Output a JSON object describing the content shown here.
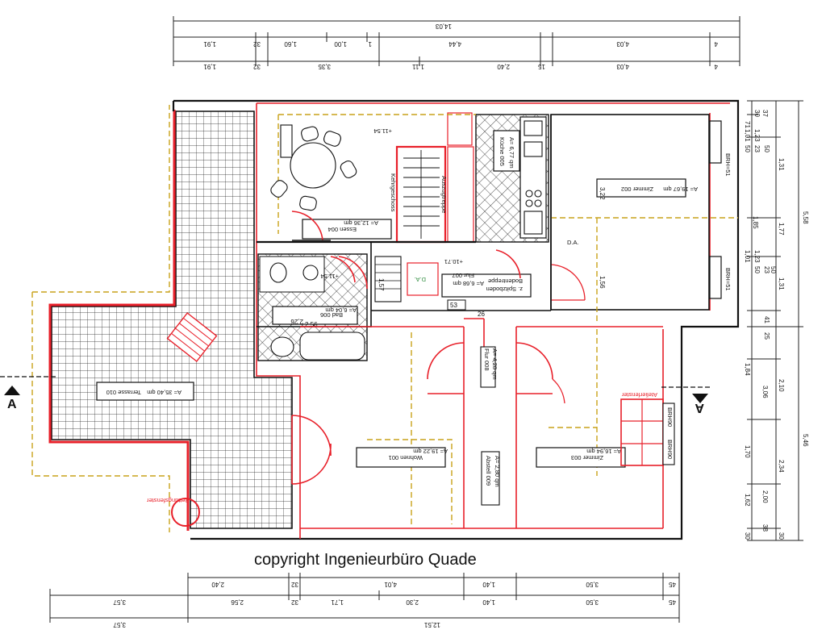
{
  "copyright": "copyright Ingenieurbüro Quade",
  "rooms": [
    {
      "id": "wohnen001",
      "name": "Wohnen 001",
      "area": "A= 19,22 qm"
    },
    {
      "id": "zimmer002",
      "name": "Zimmer 002",
      "area": "A= 19,67 qm"
    },
    {
      "id": "zimmer003",
      "name": "Zimmer 003",
      "area": "A= 16,94 qm"
    },
    {
      "id": "essen004",
      "name": "Essen 004",
      "area": "A= 12,36 qm"
    },
    {
      "id": "kueche005",
      "name": "Küche 005",
      "area": "A= 6,77 qm"
    },
    {
      "id": "bad006",
      "name": "Bad 006",
      "area": "A= 6,04 qm"
    },
    {
      "id": "flur007",
      "name": "Flur 007",
      "area": "A= 6,68 qm"
    },
    {
      "id": "flur008",
      "name": "Flur 008",
      "area": "A= 4,28 qm"
    },
    {
      "id": "abstell009",
      "name": "Abstell 009",
      "area": "A= 2,80 qm"
    },
    {
      "id": "terrasse",
      "name": "Terrasse 010",
      "area": "A= 35,40 qm"
    }
  ],
  "annotations": {
    "bodentreppe_line1": "Bodentreppe",
    "bodentreppe_line2": "z. Spitzboden",
    "kehrgeschoss": "Kehrgeschoss",
    "auszugtreppe": "Auszugtreppe",
    "level1": "+11.54",
    "level2": "+10.71",
    "level3": "+11.54",
    "atelierfenster": "Atelierfenster",
    "brh1": "BRH=51",
    "brh2": "BRH=51",
    "brh90a": "BRH90",
    "brh90b": "BRH90",
    "da1": "D.A.",
    "da2": "D.A.",
    "rauchabzug": "Rettungsfenster",
    "section_a_left": "A",
    "section_a_right": "A"
  },
  "dims_top": {
    "row1": [
      "14,03"
    ],
    "row2": [
      "1,91",
      "32",
      "1,60",
      "1,00",
      "1",
      "4,44",
      "4,03",
      "4"
    ],
    "row3": [
      "1,91",
      "32",
      "3,35",
      "1,11",
      "2,40",
      "15",
      "4,03",
      "4"
    ]
  },
  "dims_bottom": {
    "row1": [
      "2,40",
      "32",
      "4,01",
      "1,40",
      "3,50",
      "45"
    ],
    "row2": [
      "3,57",
      "2,56",
      "32",
      "1,71",
      "2,30",
      "1,40",
      "3,50",
      "45"
    ],
    "row3": [
      "3,57",
      "12,51"
    ]
  },
  "dims_right": {
    "col1": [
      "30",
      "37",
      "71",
      "50",
      "23",
      "50",
      "1,01",
      "1,23",
      "1,01",
      "1,23",
      "50",
      "23",
      "50",
      "41",
      "25",
      "1,84",
      "3,06",
      "1,70",
      "1,62",
      "30"
    ],
    "col2": [
      "1,31",
      "1,77",
      "1,31",
      "2,10",
      "2,34",
      "2,00",
      "38",
      "30"
    ],
    "col3": [
      "5,58",
      "5,46"
    ],
    "misc": [
      "1,85"
    ]
  },
  "dims_interior": [
    "3,22",
    "1,56",
    "2,56",
    "1,57",
    "2,26",
    "69",
    "26",
    "53"
  ]
}
